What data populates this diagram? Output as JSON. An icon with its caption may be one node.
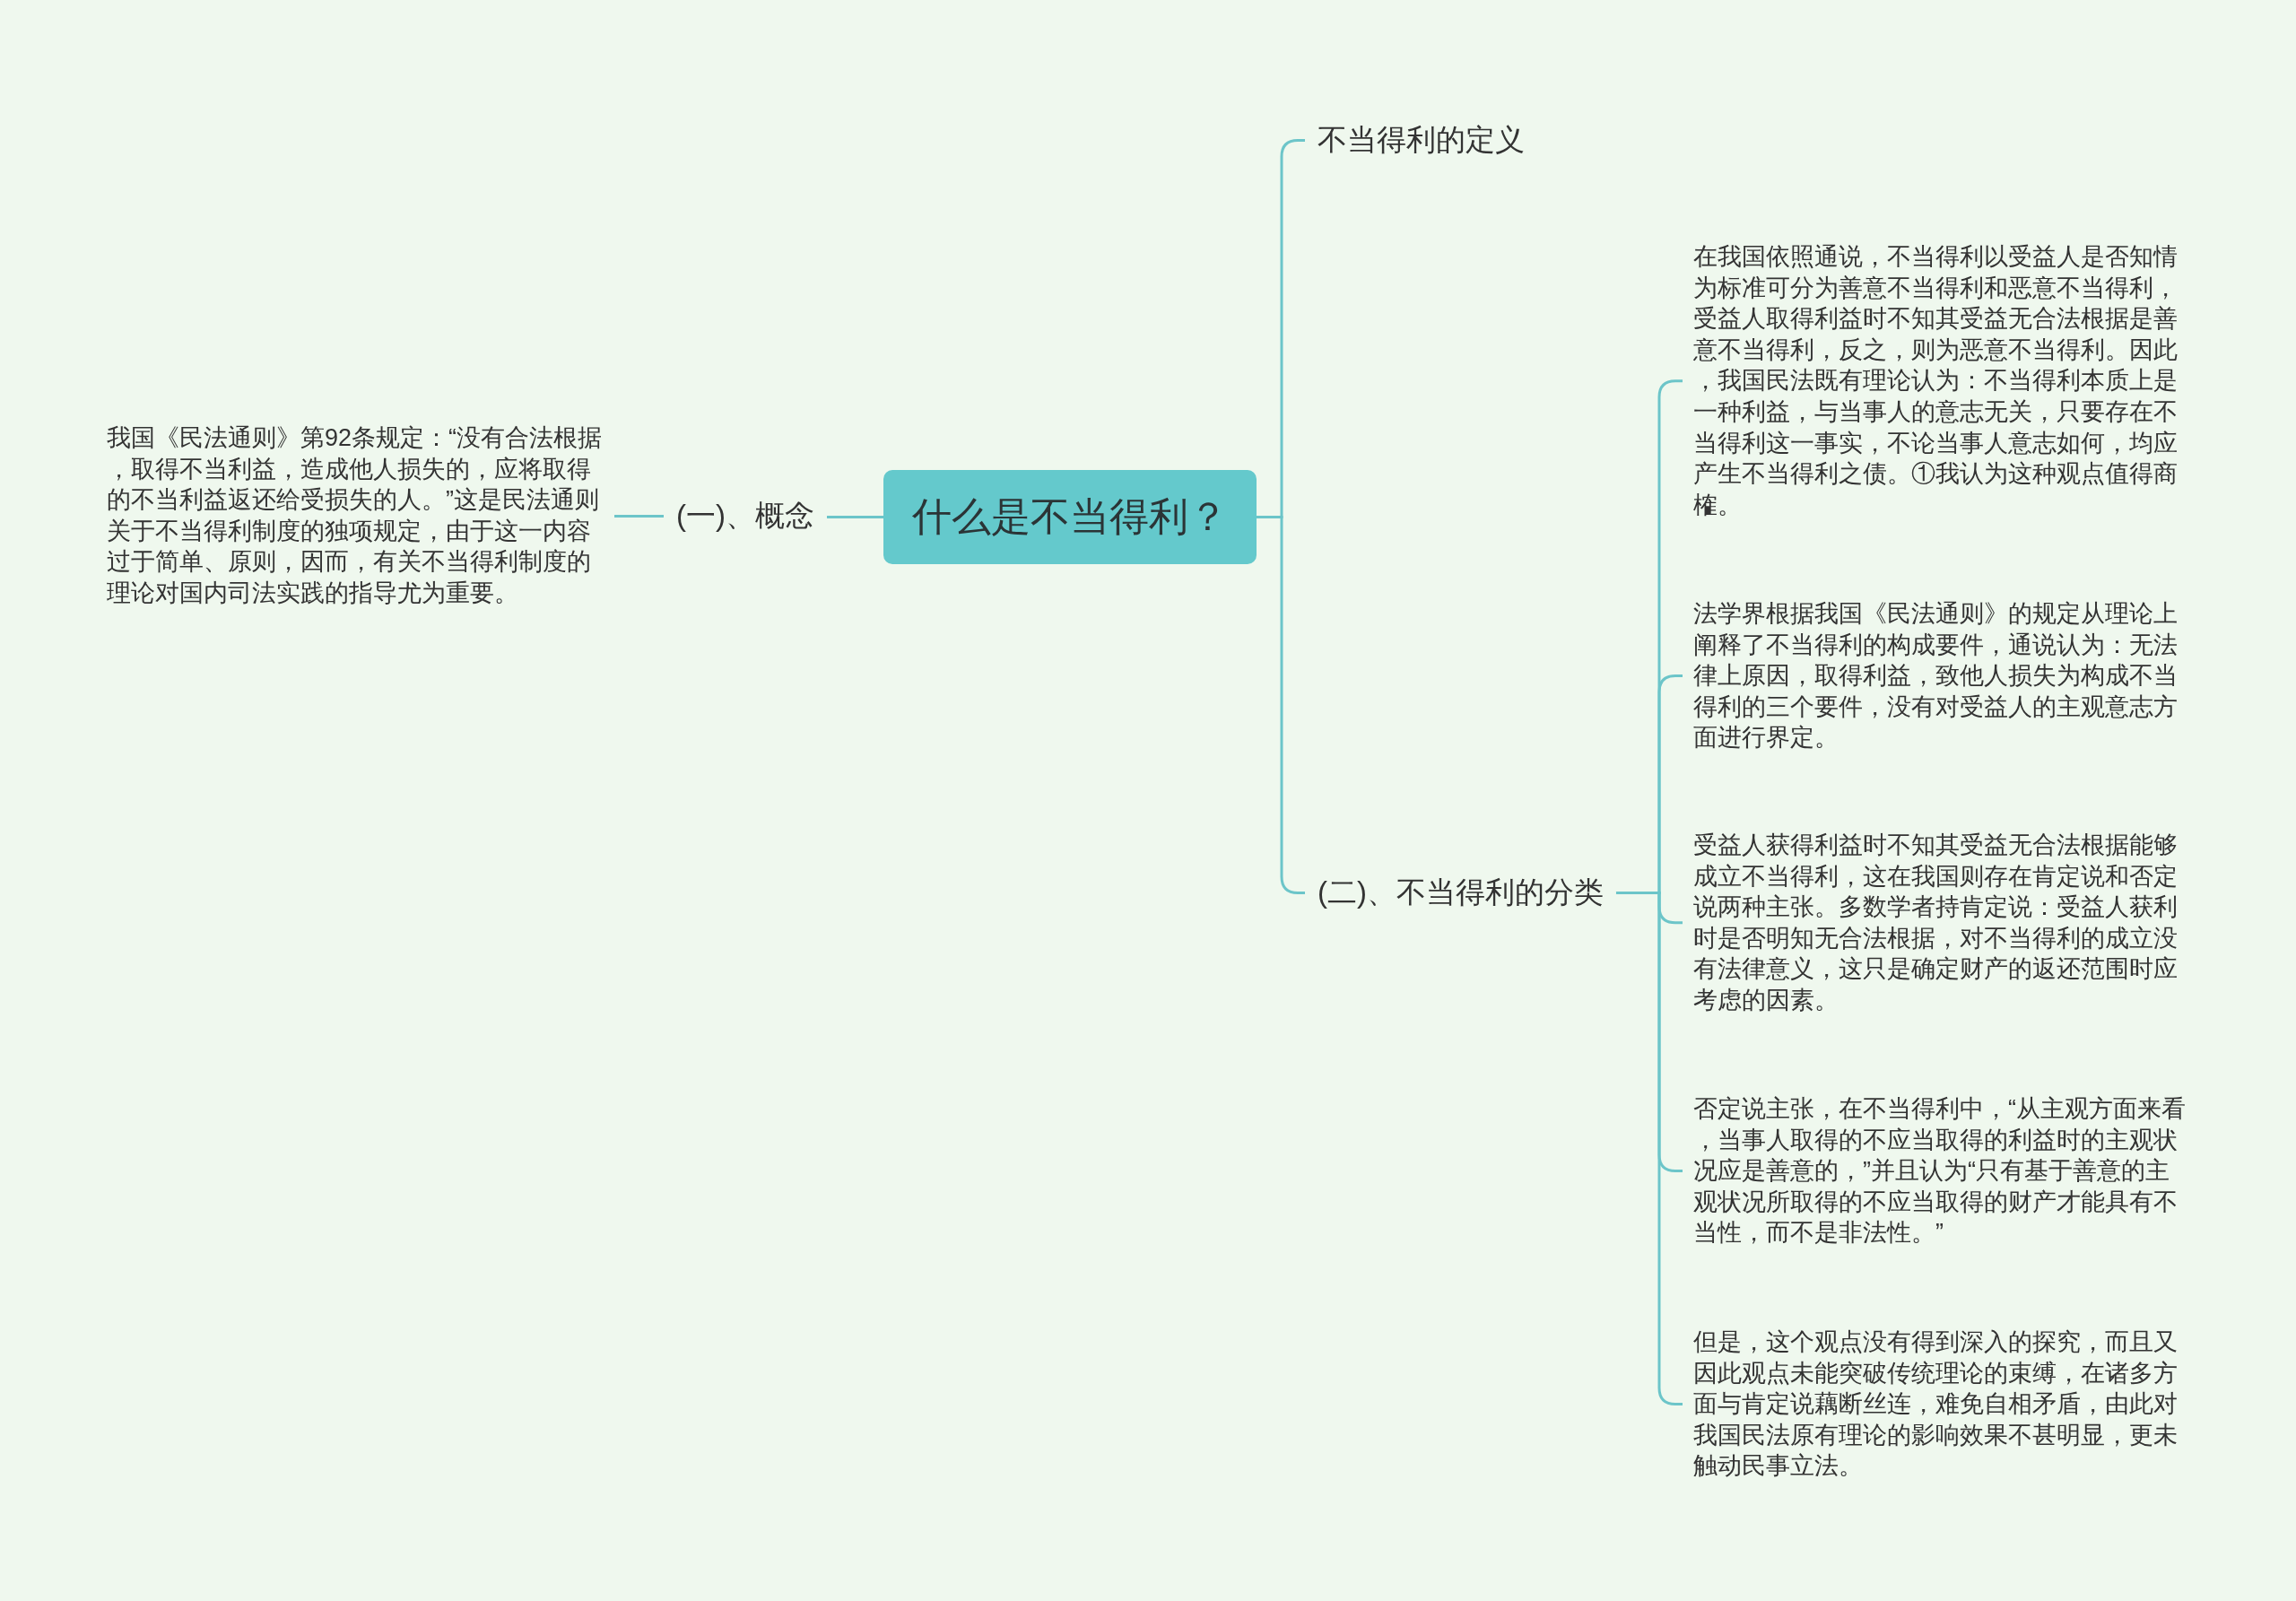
{
  "diagram": {
    "nodes": [
      {
        "text": [
          "什么是不当得利？"
        ]
      },
      {
        "text": [
          "(一)、概念"
        ]
      },
      {
        "text": [
          "我国《民法通则》第92条规定：“没有合法根据，取得不当利益，造成他人损失的，应将取得的不当利益返还给受损失的人。”这是民法通则关于不当得利制度的独项规定，由于这一内容过于简单、原则，因而，有关不当得利制度的理论对国内司法实践的指导尤为重要。"
        ]
      },
      {
        "text": [
          "不当得利的定义"
        ]
      },
      {
        "text": [
          "(二)、不当得利的分类"
        ]
      },
      {
        "text": [
          "在我国依照通说，不当得利以受益人是否知情为标准可分为善意不当得利和恶意不当得利，受益人取得利益时不知其受益无合法根据是善意不当得利，反之，则为恶意不当得利。因此，我国民法既有理论认为：不当得利本质上是一种利益，与当事人的意志无关，只要存在不当得利这一事实，不论当事人意志如何，均应产生不当得利之债。①我认为这种观点值得商榷。"
        ]
      },
      {
        "text": [
          "法学界根据我国《民法通则》的规定从理论上阐释了不当得利的构成要件，通说认为：无法律上原因，取得利益，致他人损失为构成不当得利的三个要件，没有对受益人的主观意志方面进行界定。"
        ]
      },
      {
        "text": [
          "受益人获得利益时不知其受益无合法根据能够成立不当得利，这在我国则存在肯定说和否定说两种主张。多数学者持肯定说：受益人获利时是否明知无合法根据，对不当得利的成立没有法律意义，这只是确定财产的返还范围时应考虑的因素。"
        ]
      },
      {
        "text": [
          "否定说主张，在不当得利中，“从主观方面来看，当事人取得的不应当取得的利益时的主观状况应是善意的，”并且认为“只有基于善意的主观状况所取得的不应当取得的财产才能具有不当性，而不是非法性。”"
        ]
      },
      {
        "text": [
          "但是，这个观点没有得到深入的探究，而且又因此观点未能突破传统理论的束缚，在诸多方面与肯定说藕断丝连，难免自相矛盾，由此对我国民法原有理论的影响效果不甚明显，更未触动民事立法。"
        ]
      }
    ],
    "edges": [
      {
        "from": 0,
        "to": 1,
        "arrow": "none"
      },
      {
        "from": 1,
        "to": 2,
        "arrow": "none"
      },
      {
        "from": 0,
        "to": 3,
        "arrow": "none"
      },
      {
        "from": 0,
        "to": 4,
        "arrow": "none"
      },
      {
        "from": 4,
        "to": 5,
        "arrow": "none"
      },
      {
        "from": 4,
        "to": 6,
        "arrow": "none"
      },
      {
        "from": 4,
        "to": 7,
        "arrow": "none"
      },
      {
        "from": 4,
        "to": 8,
        "arrow": "none"
      },
      {
        "from": 4,
        "to": 9,
        "arrow": "none"
      }
    ]
  }
}
